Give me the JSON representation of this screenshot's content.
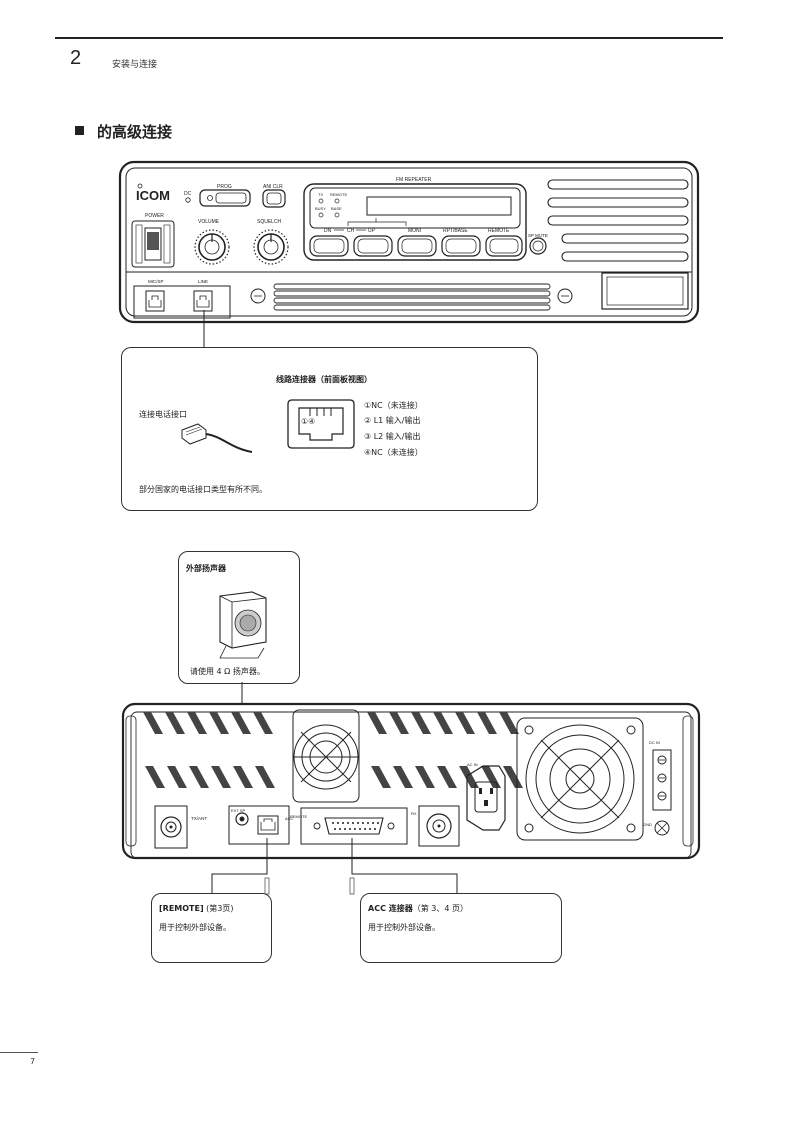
{
  "header": {
    "chapter_number": "2",
    "chapter_title": "安装与连接"
  },
  "section": {
    "title": "的高级连接"
  },
  "front_panel": {
    "brand": "ICOM",
    "labels": {
      "dc": "DC",
      "power": "POWER",
      "prog": "PROG",
      "ani_clr": "ANI CLR",
      "volume": "VOLUME",
      "squelch": "SQUELCH",
      "fm_repeater": "FM REPEATER",
      "tx": "TX",
      "remote": "REMOTE",
      "busy": "BUSY",
      "base": "BASE",
      "dn": "DN",
      "ch": "CH",
      "up": "UP",
      "moni": "MONI",
      "rpt_base": "RPT/BASE",
      "remote_btn": "REMOTE",
      "sp_mute": "SP MUTE",
      "mic_sp": "MIC/SP",
      "line": "LINE"
    }
  },
  "line_callout": {
    "title": "线路连接器（前面板视图）",
    "left_label": "连接电话接口",
    "jack_numbers": "①④",
    "pins": [
      "①NC（未连接）",
      "② L1 输入/输出",
      "③ L2 输入/输出",
      "④NC（未连接）"
    ],
    "note": "部分国家的电话接口类型有所不同。"
  },
  "speaker_callout": {
    "title": "外部扬声器",
    "note": "请使用 4 Ω 扬声器。"
  },
  "rear_panel": {
    "labels": {
      "ext_sp": "EXT SP",
      "remote": "REMOTE",
      "acc": "ACC",
      "antenna": "RX",
      "ac_in": "AC IN",
      "dc_in": "DC IN",
      "gnd": "GND",
      "tx_antenna": "TX/ANT"
    }
  },
  "remote_callout": {
    "title_bold": "[REMOTE]",
    "title_rest": " (第3页)",
    "desc": "用于控制外部设备。"
  },
  "acc_callout": {
    "title_bold": "ACC 连接器",
    "title_rest": "（第 3、4 页）",
    "desc": "用于控制外部设备。"
  },
  "footer": {
    "page_number": "7"
  }
}
